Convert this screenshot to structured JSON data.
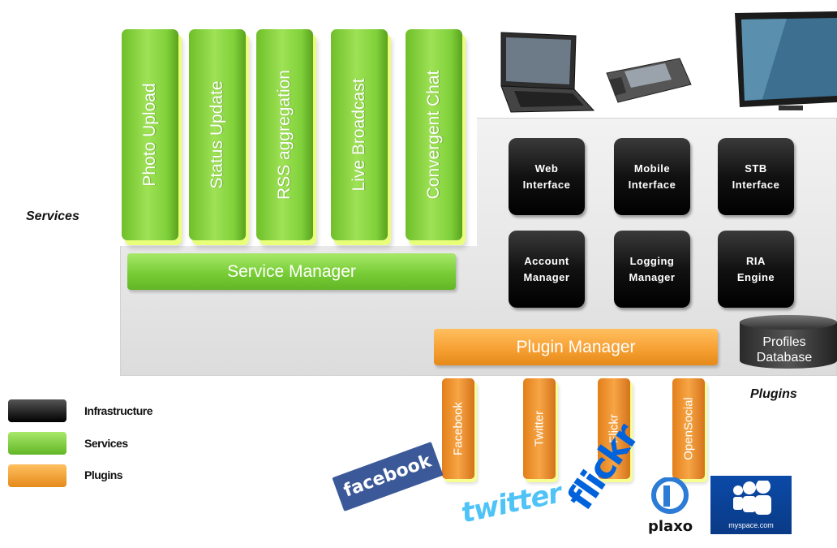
{
  "services_label": "Services",
  "plugins_label": "Plugins",
  "services": [
    "Photo Upload",
    "Status Update",
    "RSS aggregation",
    "Live Broadcast",
    "Convergent Chat"
  ],
  "service_manager": "Service Manager",
  "plugin_manager": "Plugin Manager",
  "infrastructure": [
    {
      "line1": "Web",
      "line2": "Interface"
    },
    {
      "line1": "Mobile",
      "line2": "Interface"
    },
    {
      "line1": "STB",
      "line2": "Interface"
    },
    {
      "line1": "Account",
      "line2": "Manager"
    },
    {
      "line1": "Logging",
      "line2": "Manager"
    },
    {
      "line1": "RIA",
      "line2": "Engine"
    }
  ],
  "database": {
    "line1": "Profiles",
    "line2": "Database"
  },
  "plugins": [
    "Facebook",
    "Twitter",
    "Flickr",
    "OpenSocial"
  ],
  "legend": [
    {
      "label": "Infrastructure",
      "color": "#1a1a1a"
    },
    {
      "label": "Services",
      "color": "#7fd03a"
    },
    {
      "label": "Plugins",
      "color": "#f7a033"
    }
  ],
  "logos": {
    "facebook": "facebook",
    "twitter": "twitter",
    "flickr": "flickr",
    "plaxo": "plaxo",
    "myspace": "myspace.com"
  },
  "devices": [
    "laptop-icon",
    "mobile-phone-icon",
    "tv-monitor-icon"
  ]
}
